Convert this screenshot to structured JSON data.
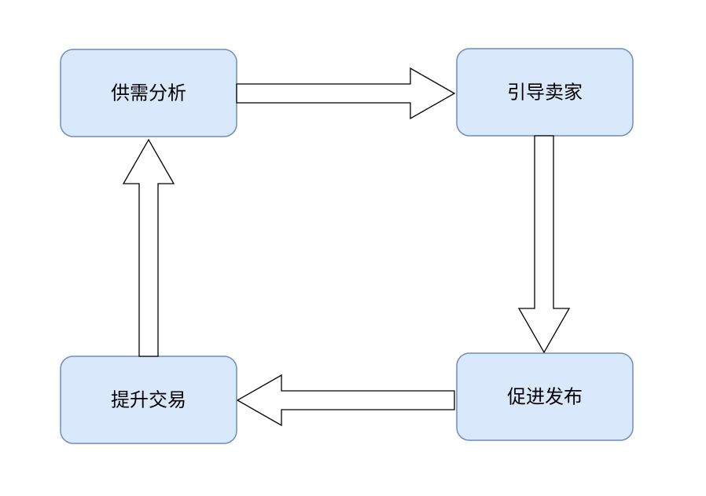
{
  "colors": {
    "node_fill": "#dae8fc",
    "node_stroke": "#6c8ebf",
    "arrow_fill": "#ffffff",
    "arrow_stroke": "#000000",
    "text": "#000000"
  },
  "nodes": {
    "supply_demand_analysis": "供需分析",
    "guide_sellers": "引导卖家",
    "promote_listing": "促进发布",
    "improve_transactions": "提升交易"
  },
  "edges": [
    {
      "from": "供需分析",
      "to": "引导卖家"
    },
    {
      "from": "引导卖家",
      "to": "促进发布"
    },
    {
      "from": "促进发布",
      "to": "提升交易"
    },
    {
      "from": "提升交易",
      "to": "供需分析"
    }
  ]
}
